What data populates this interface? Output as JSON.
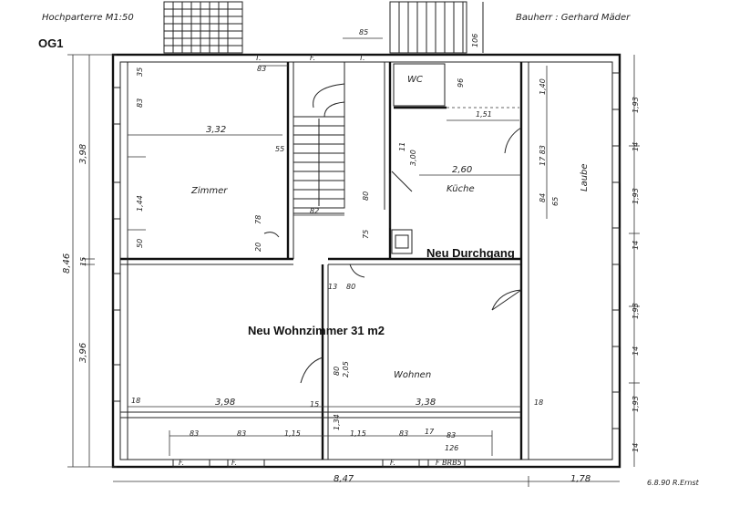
{
  "header": {
    "floor_title": "Hochparterre M1:50",
    "client": "Bauherr : Gerhard Mäder",
    "level": "OG1"
  },
  "rooms": {
    "zimmer": "Zimmer",
    "kueche": "Küche",
    "wc": "WC",
    "laube": "Laube",
    "wohnen": "Wohnen"
  },
  "annotations": {
    "neu_durchgang": "Neu Durchgang",
    "neu_wohnzimmer": "Neu Wohnzimmer 31 m2"
  },
  "dimensions": {
    "top_85": "85",
    "top_106": "106",
    "v_35": "35",
    "v_83": "83",
    "h_332": "3,32",
    "h_83": "83",
    "v_55": "55",
    "v_144": "1,44",
    "v_50": "50",
    "v_78": "78",
    "v_20": "20",
    "h_82": "82",
    "v_80": "80",
    "v_75": "75",
    "v_96": "96",
    "h_151": "1,51",
    "v_140": "1,40",
    "v_11": "11",
    "v_300": "3,00",
    "h_260": "2,60",
    "v_1783": "17 83",
    "v_84": "84",
    "v_65": "65",
    "r_193a": "1,93",
    "r_14a": "14",
    "r_193b": "1,93",
    "r_14b": "14",
    "r_193c": "1,93",
    "r_14c": "14",
    "r_193d": "1,93",
    "r_14d": "14",
    "l_398": "3,98",
    "l_846": "8,46",
    "l_15": "15",
    "l_396": "3,96",
    "h_13": "13",
    "h_80": "80",
    "v_80b": "80",
    "v_205": "2,05",
    "h_18a": "18",
    "h_398": "3,98",
    "h_15": "15",
    "h_338": "3,38",
    "h_18b": "18",
    "v_134": "1,34",
    "b_83a": "83",
    "b_83b": "83",
    "b_115a": "1,15",
    "b_115b": "1,15",
    "b_83c": "83",
    "b_17": "17",
    "b_83d": "83",
    "b_126": "126",
    "f_847": "8,47",
    "f_178": "1,78",
    "f_brb5": "F BRB5"
  },
  "marks": {
    "t": "T.",
    "f": "F."
  },
  "footer": {
    "date_author": "6.8.90 R.Ernst"
  }
}
